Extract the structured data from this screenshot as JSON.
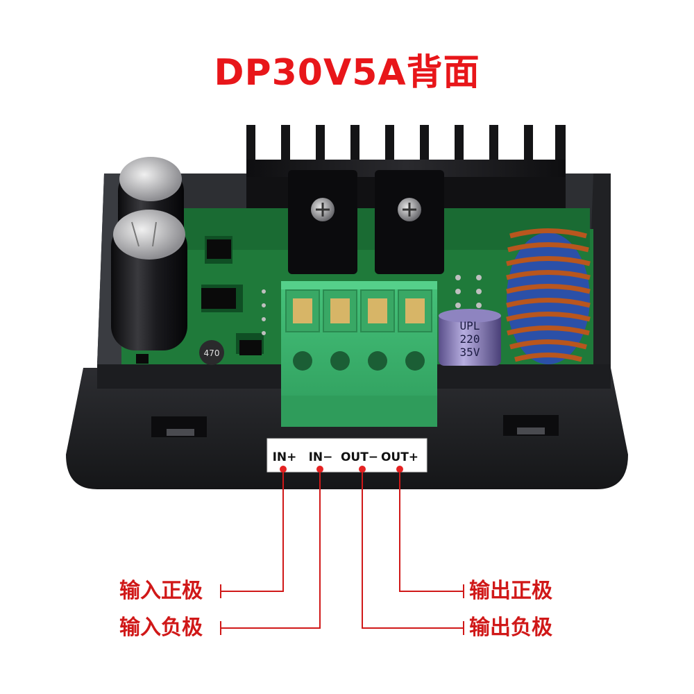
{
  "title": "DP30V5A背面",
  "capacitor_label": [
    "UPL",
    "220",
    "35V"
  ],
  "inductor_label": "470",
  "terminals": [
    {
      "label": "IN+"
    },
    {
      "label": "IN−"
    },
    {
      "label": "OUT−"
    },
    {
      "label": "OUT+"
    }
  ],
  "callouts": {
    "in_pos": "输入正极",
    "in_neg": "输入负极",
    "out_pos": "输出正极",
    "out_neg": "输出负极"
  },
  "colors": {
    "title": "#e8161a",
    "callout": "#d01818",
    "pcb": "#1f7a3a",
    "terminal_block": "#3bb56b",
    "case": "#2a2c30"
  }
}
